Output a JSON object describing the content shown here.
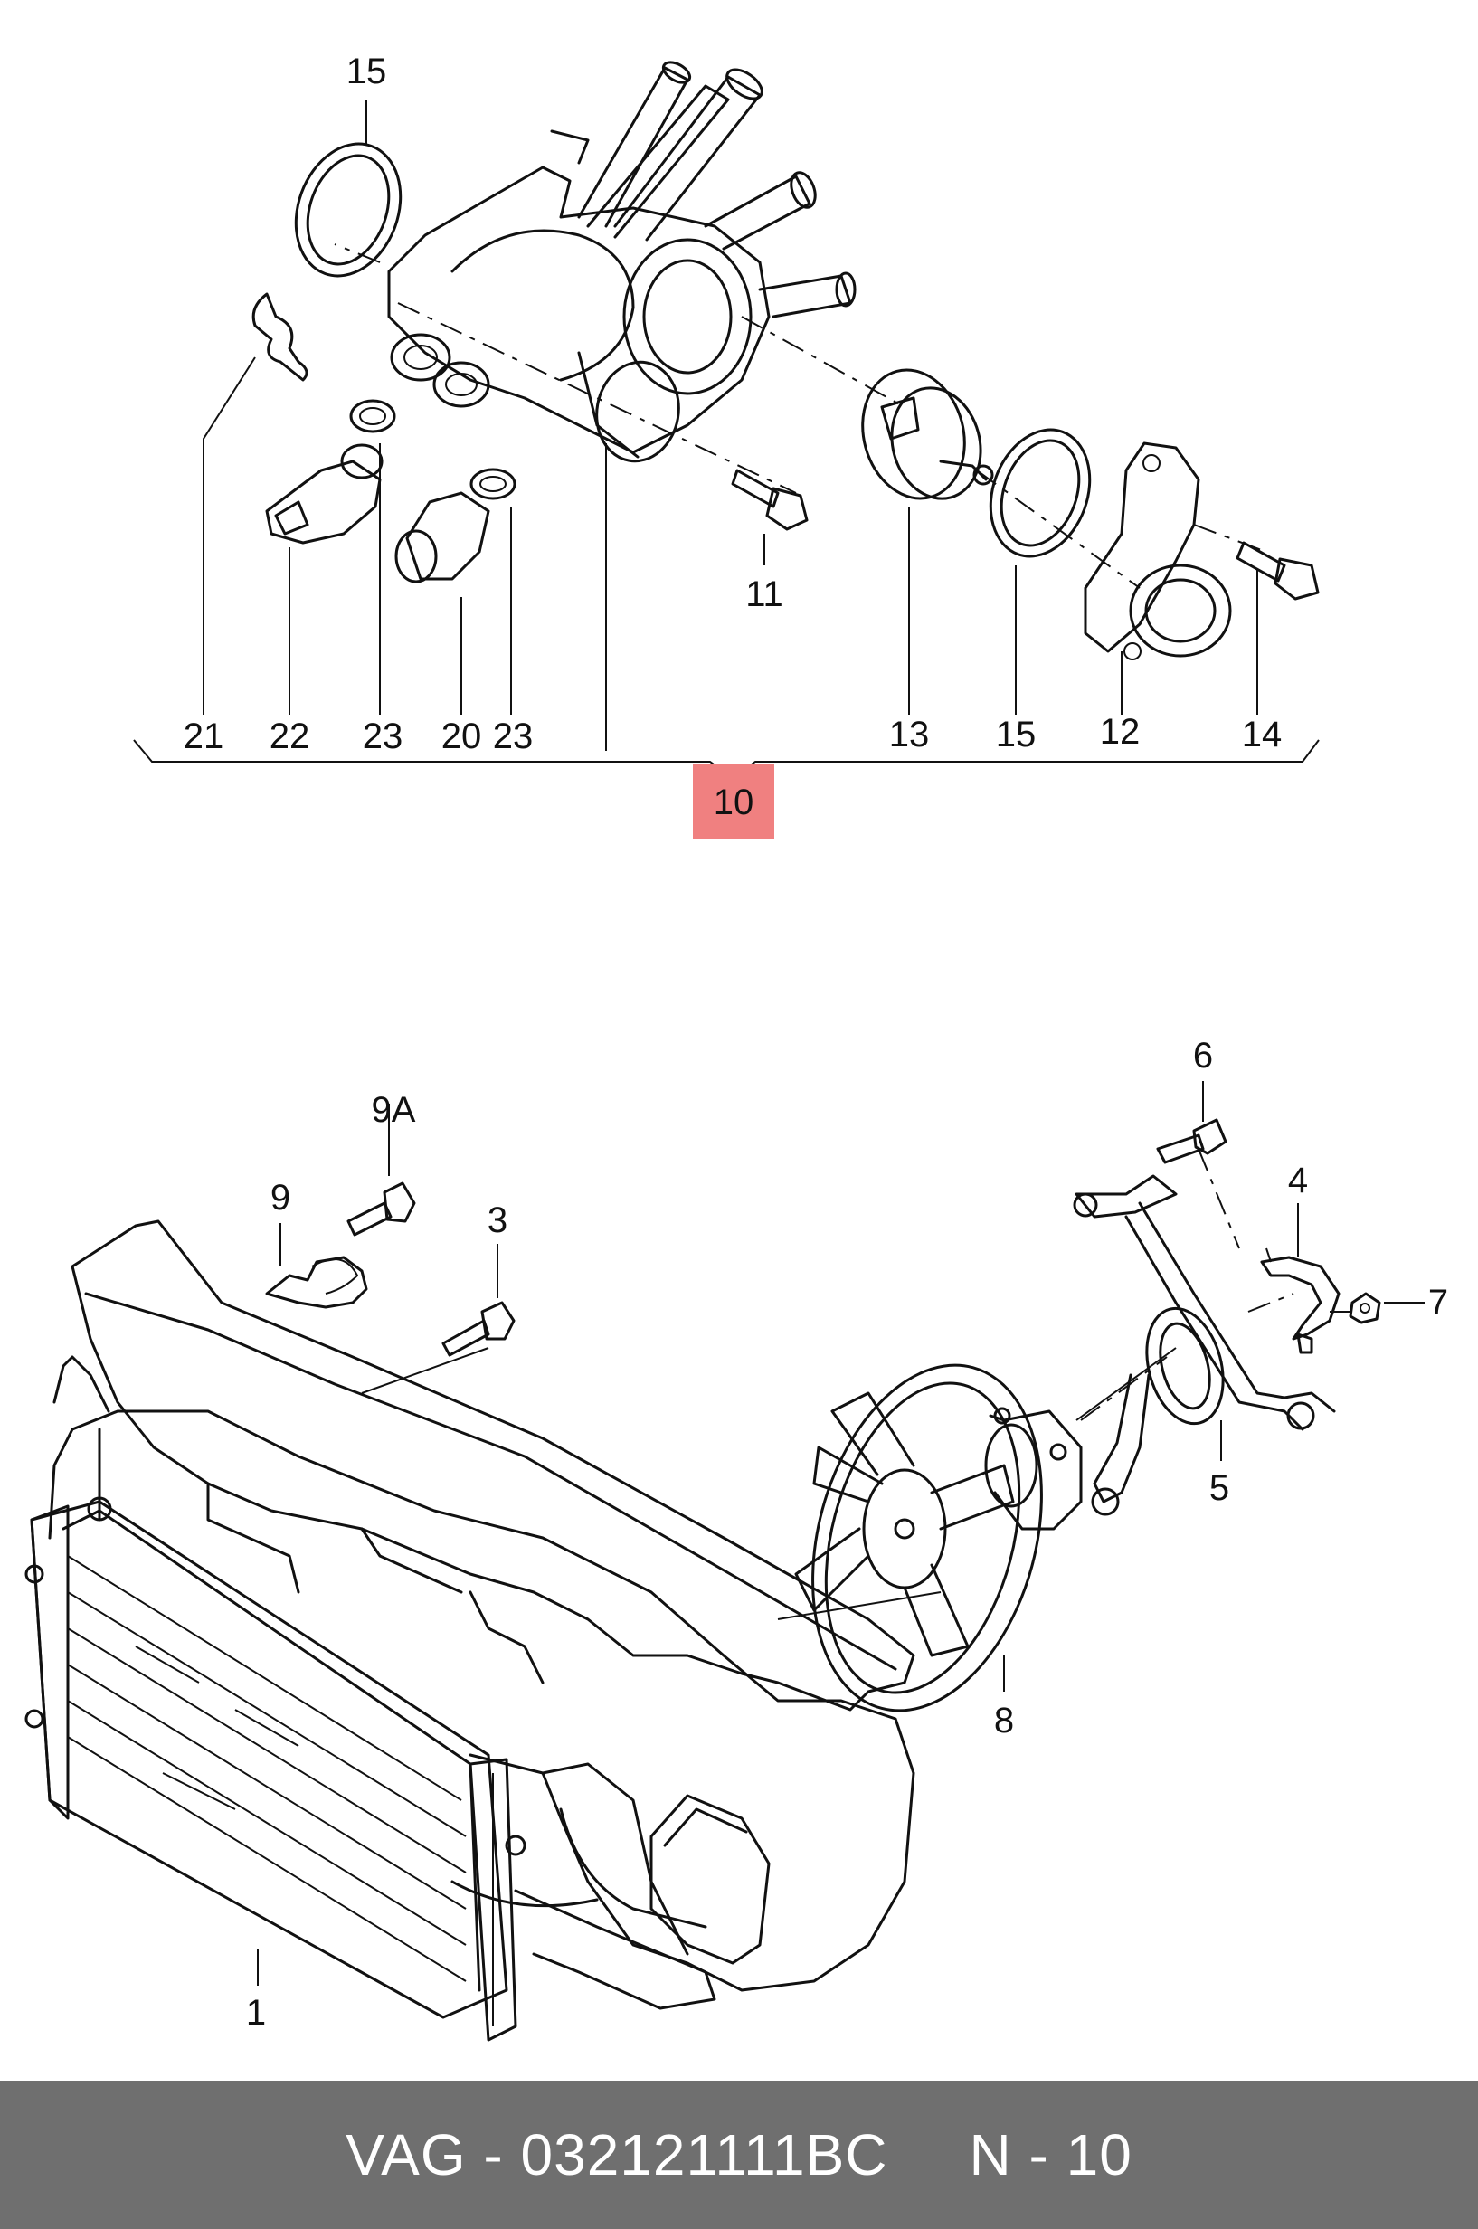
{
  "callouts": {
    "c15_top": "15",
    "c21": "21",
    "c22": "22",
    "c23a": "23",
    "c20": "20",
    "c23b": "23",
    "c11": "11",
    "c13": "13",
    "c15b": "15",
    "c12": "12",
    "c14": "14",
    "c10": "10",
    "c9A": "9A",
    "c9": "9",
    "c3": "3",
    "c6": "6",
    "c4": "4",
    "c7": "7",
    "c5": "5",
    "c8": "8",
    "c1": "1"
  },
  "colors": {
    "highlight": "#f08080",
    "footer_bg": "#6f6f6f",
    "footer_text": "#ffffff"
  },
  "footer": {
    "part_ref": "VAG - 032121111BC",
    "page_ref": "N - 10"
  }
}
